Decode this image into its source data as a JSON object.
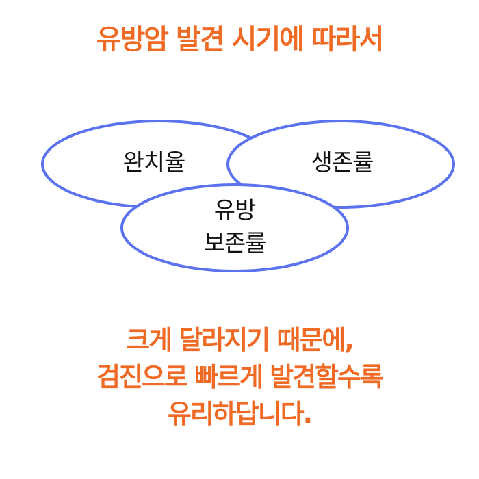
{
  "title": "유방암 발견 시기에 따라서",
  "colors": {
    "accent": "#ef6a24",
    "ellipse_stroke": "#5b72ee",
    "label_text": "#111111"
  },
  "diagram": {
    "ellipses": [
      {
        "label": "완치율"
      },
      {
        "label": "생존률"
      },
      {
        "label_line1": "유방",
        "label_line2": "보존률"
      }
    ]
  },
  "message": {
    "lines": [
      "크게 달라지기 때문에,",
      "검진으로 빠르게 발견할수록",
      "유리하답니다."
    ]
  }
}
